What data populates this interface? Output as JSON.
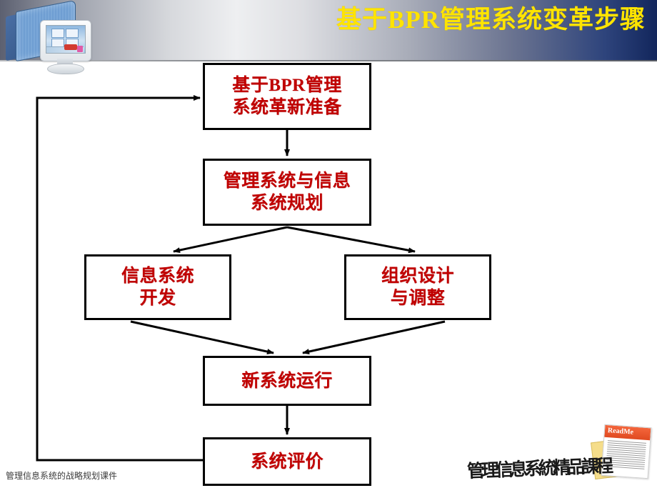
{
  "header": {
    "title": "基于BPR管理系统变革步骤",
    "title_color": "#ffe400",
    "logo_name": "mis-courseware-logo"
  },
  "flowchart": {
    "type": "flowchart",
    "text_color": "#c00000",
    "border_color": "#000000",
    "nodes": [
      {
        "id": "prepare",
        "label": "基于BPR管理\n系统革新准备"
      },
      {
        "id": "planning",
        "label": "管理系统与信息\n系统规划"
      },
      {
        "id": "isdev",
        "label": "信息系统\n开发"
      },
      {
        "id": "orgdesign",
        "label": "组织设计\n与调整"
      },
      {
        "id": "newrun",
        "label": "新系统运行"
      },
      {
        "id": "evaluate",
        "label": "系统评价"
      }
    ],
    "edges": [
      {
        "from": "prepare",
        "to": "planning",
        "style": "straight-down"
      },
      {
        "from": "planning",
        "to": "isdev",
        "style": "diagonal-left"
      },
      {
        "from": "planning",
        "to": "orgdesign",
        "style": "diagonal-right"
      },
      {
        "from": "isdev",
        "to": "newrun",
        "style": "diagonal-right"
      },
      {
        "from": "orgdesign",
        "to": "newrun",
        "style": "diagonal-left"
      },
      {
        "from": "newrun",
        "to": "evaluate",
        "style": "straight-down"
      },
      {
        "from": "evaluate",
        "to": "prepare",
        "style": "feedback-loop-left"
      }
    ]
  },
  "footer": {
    "left_text": "管理信息系统的战略规划课件",
    "brand_text": "管理信息系統精品課程",
    "readme_label": "ReadMe"
  }
}
